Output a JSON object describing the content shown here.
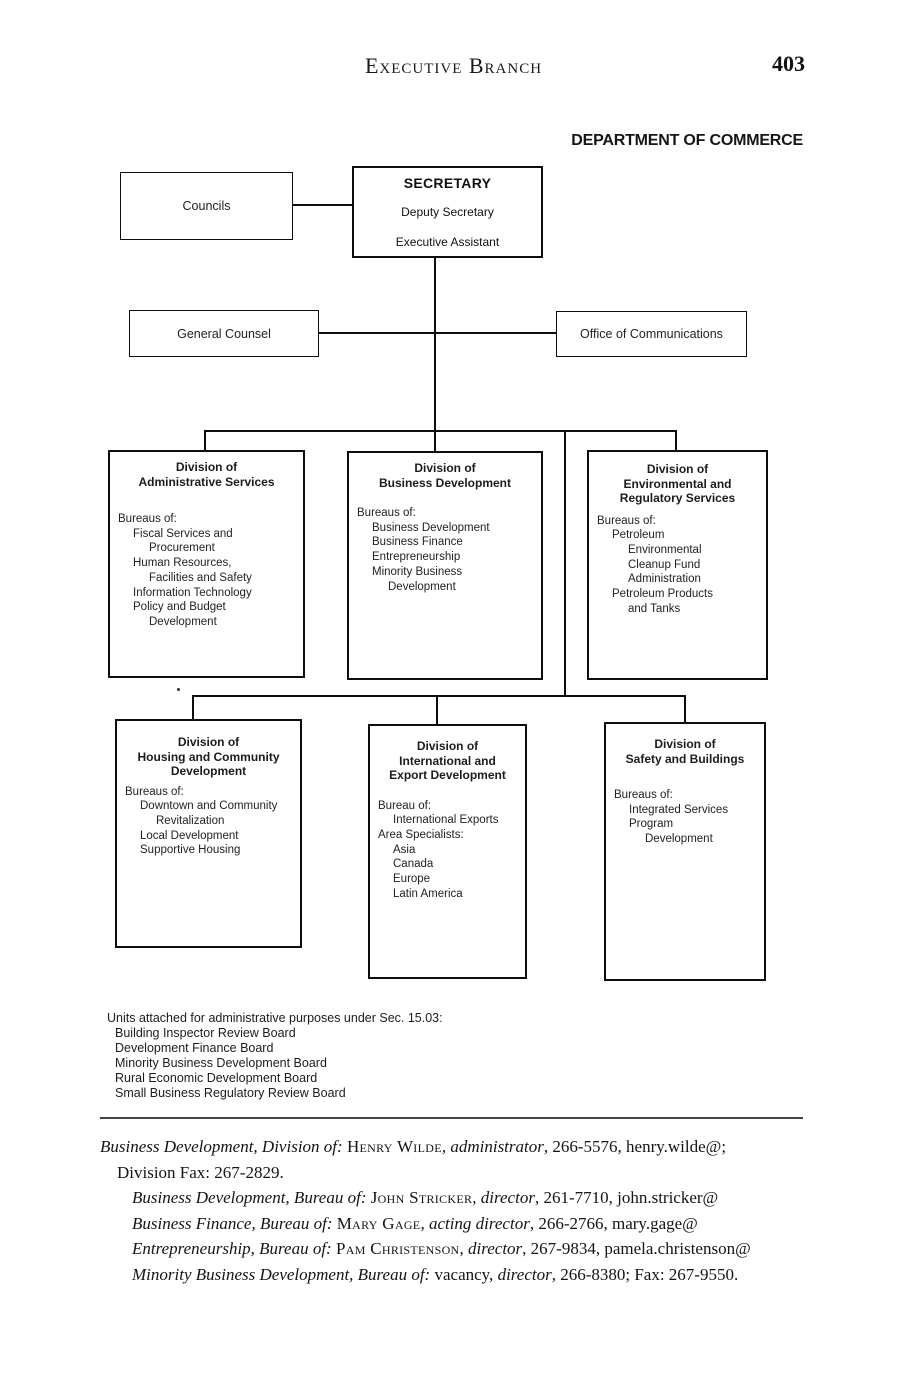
{
  "header": {
    "running_title": "Executive Branch",
    "page_number": "403",
    "department_title": "DEPARTMENT OF COMMERCE"
  },
  "chart": {
    "top_boxes": {
      "councils": {
        "label": "Councils"
      },
      "secretary": {
        "title": "SECRETARY",
        "lines": [
          "Deputy Secretary",
          "Executive Assistant"
        ]
      },
      "general_counsel": {
        "label": "General Counsel"
      },
      "office_of_communications": {
        "label": "Office of Communications"
      }
    },
    "division_boxes": [
      {
        "id": "administrative-services",
        "title_lines": [
          "Division of",
          "Administrative Services"
        ],
        "body_lines": [
          {
            "t": "Bureaus of:",
            "i": 0
          },
          {
            "t": "Fiscal Services and",
            "i": 1
          },
          {
            "t": "Procurement",
            "i": 2
          },
          {
            "t": "Human Resources,",
            "i": 1
          },
          {
            "t": "Facilities and Safety",
            "i": 2
          },
          {
            "t": "Information Technology",
            "i": 1
          },
          {
            "t": "Policy and Budget",
            "i": 1
          },
          {
            "t": "Development",
            "i": 2
          }
        ]
      },
      {
        "id": "business-development",
        "title_lines": [
          "Division of",
          "Business Development"
        ],
        "body_lines": [
          {
            "t": "Bureaus of:",
            "i": 0
          },
          {
            "t": "Business Development",
            "i": 1
          },
          {
            "t": "Business Finance",
            "i": 1
          },
          {
            "t": "Entrepreneurship",
            "i": 1
          },
          {
            "t": "Minority Business",
            "i": 1
          },
          {
            "t": "Development",
            "i": 2
          }
        ]
      },
      {
        "id": "environmental-regulatory-services",
        "title_lines": [
          "Division of",
          "Environmental and",
          "Regulatory Services"
        ],
        "body_lines": [
          {
            "t": "Bureaus of:",
            "i": 0
          },
          {
            "t": "Petroleum",
            "i": 1
          },
          {
            "t": "Environmental",
            "i": 2
          },
          {
            "t": "Cleanup Fund",
            "i": 2
          },
          {
            "t": "Administration",
            "i": 2
          },
          {
            "t": "Petroleum Products",
            "i": 1
          },
          {
            "t": "and Tanks",
            "i": 2
          }
        ]
      },
      {
        "id": "housing-community-development",
        "title_lines": [
          "Division of",
          "Housing and Community",
          "Development"
        ],
        "body_lines": [
          {
            "t": "Bureaus of:",
            "i": 0
          },
          {
            "t": "Downtown and Community",
            "i": 1
          },
          {
            "t": "Revitalization",
            "i": 2
          },
          {
            "t": "Local Development",
            "i": 1
          },
          {
            "t": "Supportive Housing",
            "i": 1
          }
        ]
      },
      {
        "id": "international-export-development",
        "title_lines": [
          "Division of",
          "International and",
          "Export Development"
        ],
        "body_lines": [
          {
            "t": "Bureau of:",
            "i": 0
          },
          {
            "t": "International Exports",
            "i": 1
          },
          {
            "t": "Area Specialists:",
            "i": 0
          },
          {
            "t": "Asia",
            "i": 1
          },
          {
            "t": "Canada",
            "i": 1
          },
          {
            "t": "Europe",
            "i": 1
          },
          {
            "t": "Latin America",
            "i": 1
          }
        ]
      },
      {
        "id": "safety-buildings",
        "title_lines": [
          "Division of",
          "Safety and Buildings"
        ],
        "body_lines": [
          {
            "t": "Bureaus of:",
            "i": 0
          },
          {
            "t": "Integrated Services",
            "i": 1
          },
          {
            "t": "Program",
            "i": 1
          },
          {
            "t": "Development",
            "i": 2
          }
        ]
      }
    ]
  },
  "units_section": {
    "heading": "Units attached for administrative purposes under Sec. 15.03:",
    "items": [
      "Building Inspector Review Board",
      "Development Finance Board",
      "Minority Business Development Board",
      "Rural Economic Development Board",
      "Small Business Regulatory Review Board"
    ]
  },
  "directory": {
    "entries": [
      {
        "lines": [
          {
            "cls": "first",
            "segments": [
              {
                "s": "i",
                "t": "Business Development, Division of: "
              },
              {
                "s": "sc",
                "t": "Henry Wilde"
              },
              {
                "s": "r",
                "t": ", "
              },
              {
                "s": "i",
                "t": "administrator"
              },
              {
                "s": "r",
                "t": ", 266-5576, henry.wilde@;"
              }
            ]
          },
          {
            "cls": "cont",
            "segments": [
              {
                "s": "r",
                "t": "Division Fax: 267-2829."
              }
            ]
          }
        ]
      },
      {
        "lines": [
          {
            "cls": "bureau",
            "segments": [
              {
                "s": "i",
                "t": "Business Development, Bureau of: "
              },
              {
                "s": "sc",
                "t": "John Stricker"
              },
              {
                "s": "r",
                "t": ", "
              },
              {
                "s": "i",
                "t": "director"
              },
              {
                "s": "r",
                "t": ", 261-7710, john.stricker@"
              }
            ]
          }
        ]
      },
      {
        "lines": [
          {
            "cls": "bureau",
            "segments": [
              {
                "s": "i",
                "t": "Business Finance, Bureau of: "
              },
              {
                "s": "sc",
                "t": "Mary Gage"
              },
              {
                "s": "r",
                "t": ", "
              },
              {
                "s": "i",
                "t": "acting director"
              },
              {
                "s": "r",
                "t": ", 266-2766, mary.gage@"
              }
            ]
          }
        ]
      },
      {
        "lines": [
          {
            "cls": "bureau",
            "segments": [
              {
                "s": "i",
                "t": "Entrepreneurship, Bureau of: "
              },
              {
                "s": "sc",
                "t": "Pam Christenson"
              },
              {
                "s": "r",
                "t": ", "
              },
              {
                "s": "i",
                "t": "director"
              },
              {
                "s": "r",
                "t": ", 267-9834, pamela.christenson@"
              }
            ]
          }
        ]
      },
      {
        "lines": [
          {
            "cls": "bureau",
            "segments": [
              {
                "s": "i",
                "t": "Minority Business Development, Bureau of: "
              },
              {
                "s": "r",
                "t": "vacancy, "
              },
              {
                "s": "i",
                "t": "director"
              },
              {
                "s": "r",
                "t": ", 266-8380; Fax: 267-9550."
              }
            ]
          }
        ]
      }
    ]
  }
}
